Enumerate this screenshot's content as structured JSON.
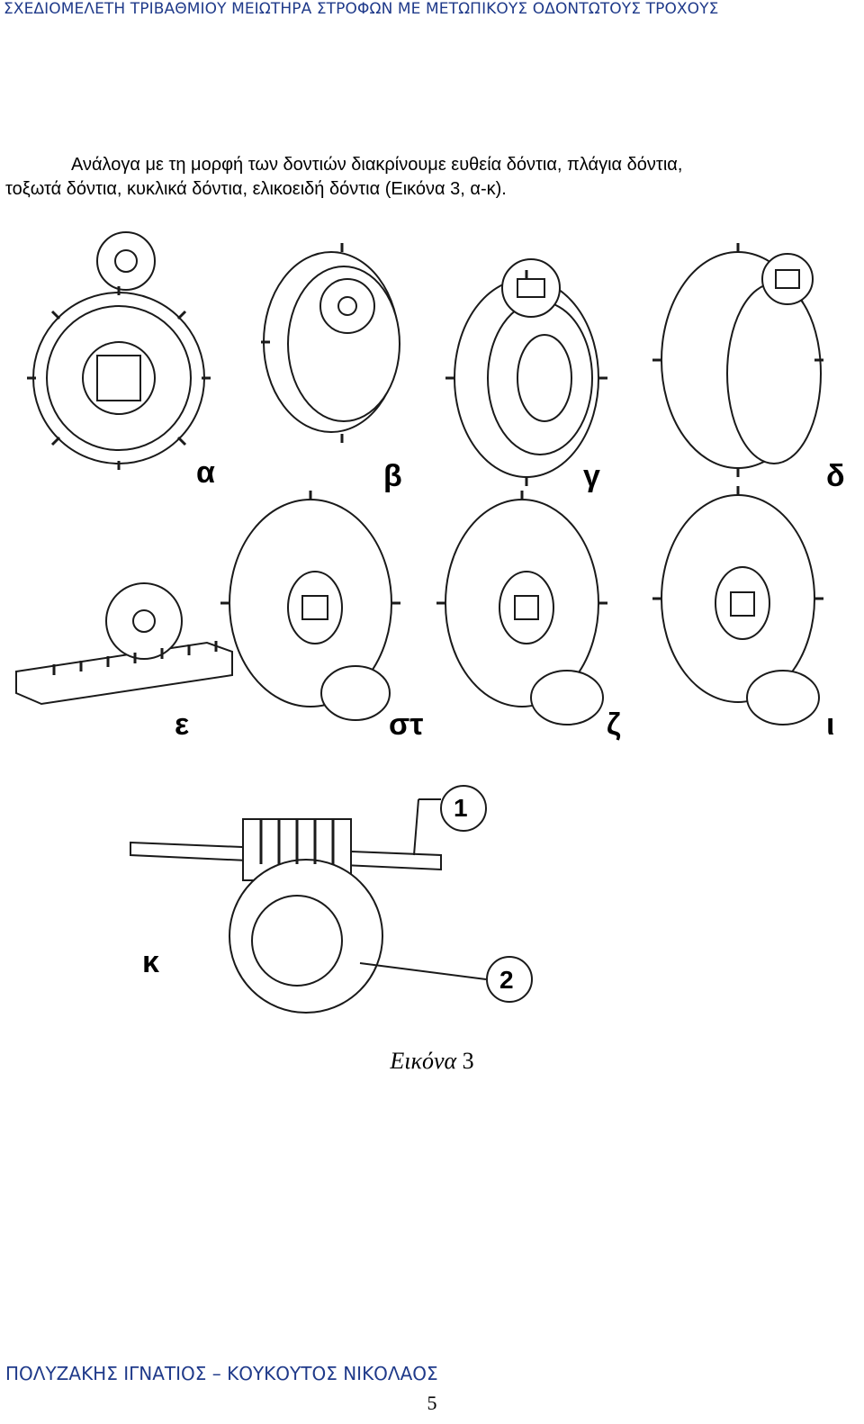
{
  "header": {
    "title": "ΣΧΕΔΙΟΜΕΛΕΤΗ ΤΡΙΒΑΘΜΙΟΥ ΜΕΙΩΤΗΡΑ ΣΤΡΟΦΩΝ ΜΕ ΜΕΤΩΠΙΚΟΥΣ ΟΔΟΝΤΩΤΟΥΣ ΤΡΟΧΟΥΣ"
  },
  "body": {
    "line1": "Ανάλογα με τη μορφή των δοντιών διακρίνουμε ευθεία δόντια, πλάγια δόντια,",
    "line2": "τοξωτά δόντια, κυκλικά δόντια, ελικοειδή δόντια (Εικόνα 3, α-κ)."
  },
  "figure": {
    "labels": {
      "a": "α",
      "b": "β",
      "g": "γ",
      "d": "δ",
      "e": "ε",
      "st": "στ",
      "z": "ζ",
      "i": "ι",
      "k": "κ"
    },
    "callouts": {
      "one": "1",
      "two": "2"
    },
    "caption_word": "Εικόνα",
    "caption_number": "3"
  },
  "footer": {
    "authors": "ΠΟΛΥΖΑΚΗΣ ΙΓΝΑΤΙΟΣ – ΚΟΥΚΟΥΤΟΣ ΝΙΚΟΛΑΟΣ",
    "page_number": "5"
  },
  "colors": {
    "header_footer": "#1f3a8a",
    "ink": "#1a1a1a"
  }
}
